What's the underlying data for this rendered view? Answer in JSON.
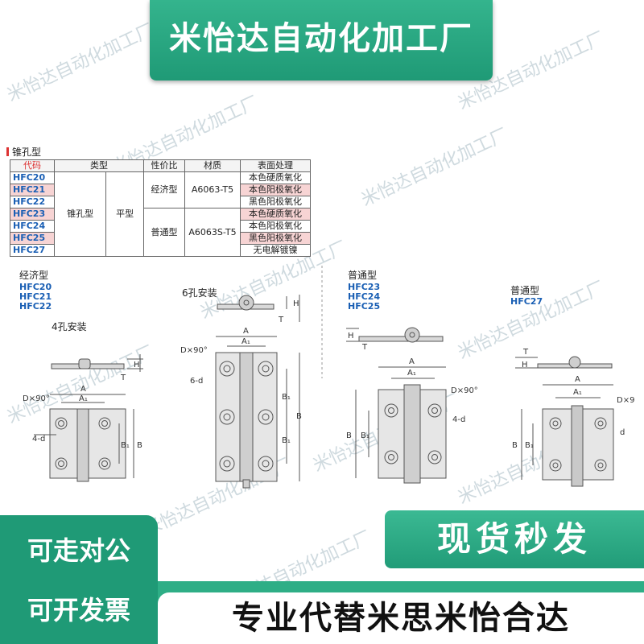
{
  "banner": {
    "title": "米怡达自动化加工厂"
  },
  "watermark": "米怡达自动化加工厂",
  "table": {
    "title": "锥孔型",
    "headers": [
      "代码",
      "类型",
      "性价比",
      "材质",
      "表面处理"
    ],
    "codes": [
      "HFC20",
      "HFC21",
      "HFC22",
      "HFC23",
      "HFC24",
      "HFC25",
      "HFC27"
    ],
    "type_main": "锥孔型",
    "type_sub": "平型",
    "grades": [
      "经济型",
      "普通型"
    ],
    "materials": [
      "A6063-T5",
      "A6063S-T5"
    ],
    "finishes": [
      "本色硬质氧化",
      "本色阳极氧化",
      "黑色阳极氧化",
      "本色硬质氧化",
      "本色阳极氧化",
      "黑色阳极氧化",
      "无电解镀镍"
    ]
  },
  "drawings": {
    "econ": {
      "label": "经济型",
      "codes": [
        "HFC20",
        "HFC21",
        "HFC22"
      ],
      "mount": "4孔安装"
    },
    "six": {
      "mount": "6孔安装"
    },
    "normal": {
      "label": "普通型",
      "codes": [
        "HFC23",
        "HFC24",
        "HFC25"
      ]
    },
    "normal27": {
      "label": "普通型",
      "code": "HFC27"
    },
    "dims": {
      "D90": "D×90°",
      "D90_cut": "D×9",
      "d4": "4-d",
      "d6": "6-d",
      "d": "d",
      "A": "A",
      "A1": "A₁",
      "B": "B",
      "B1": "B₁",
      "H": "H",
      "T": "T"
    }
  },
  "bottom": {
    "promo_right": "现货秒发",
    "left_line1": "可走对公",
    "left_line2": "可开发票",
    "slogan": "专业代替米思米怡合达"
  },
  "colors": {
    "green": "#2eae86",
    "dark_green": "#1f9a76",
    "code_blue": "#1a5fb4",
    "pink_row": "#f7d4d4"
  }
}
